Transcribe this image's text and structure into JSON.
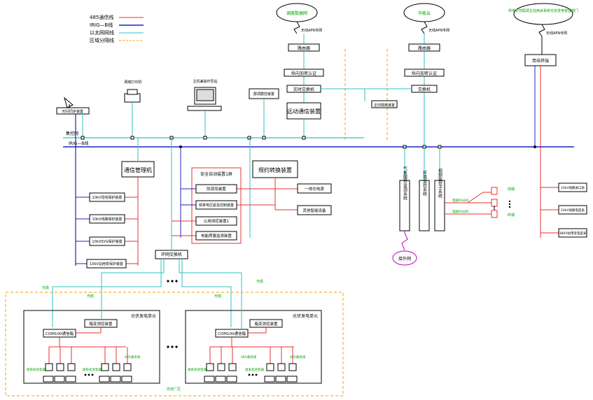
{
  "legend": {
    "items": [
      {
        "label": "485通信线",
        "color": "#e83030"
      },
      {
        "label": "IRIG—B线",
        "color": "#2020c0"
      },
      {
        "label": "以太网网线",
        "color": "#30c0c0"
      },
      {
        "label": "区域分隔线",
        "color": "#f0a000"
      }
    ]
  },
  "colors": {
    "rs485": "#e83030",
    "irigb": "#2020c0",
    "ethernet": "#30c0c0",
    "region": "#f0a000",
    "box": "#000000",
    "label_green": "#00a000"
  },
  "clouds": [
    {
      "label": "调度数据网"
    },
    {
      "label": "华能云"
    },
    {
      "label": "供电公司配调主站用采系统光伏发电管理部门"
    },
    {
      "label": "接外网"
    }
  ],
  "wireless": {
    "apn": "无线APN专网"
  },
  "top_boxes": {
    "router1": "路由器",
    "auth1": "纵向加密认证",
    "switch1": "实时交换机",
    "router2": "路由器",
    "auth2": "纵向加密认证",
    "switch2": "交换机",
    "user_terminal": "用采终端",
    "firewall": "正向隔离装置",
    "telecontrol": "远动通信装置",
    "sync": "时间同步装置"
  },
  "devices": {
    "printer": "网络打印机",
    "workstation": "主机兼操作员站",
    "pdr": "群调群控装置"
  },
  "bus_labels": {
    "main": "集控网",
    "irig": "IRIG—B线"
  },
  "main_boxes": {
    "comm_mgr": "通信管理机",
    "protocol": "规约转换装置",
    "ring_switch": "环网交换机"
  },
  "left_protect": [
    "10kV母线保护装置",
    "10kV线路保护装置",
    "10kVSVG保护装置",
    "10kV站用变保护装置"
  ],
  "safety": {
    "title": "安全自动装置1屏",
    "items": [
      "防孤岛装置",
      "频率电压紧急控制装置",
      "公用测控装置1",
      "电能质量监测装置"
    ]
  },
  "right_small": [
    "一体化电源",
    "其他智能设备"
  ],
  "vertical_systems": [
    "气象服务监测系统",
    "环境监控系统",
    "视频监控子系统"
  ],
  "video": {
    "cam_a": "电缆RS485",
    "cam_b": "电缆RS485",
    "pos_a": "前端",
    "pos_b": "终端"
  },
  "far_right": [
    "10kV线路关口表",
    "10kV线路电度表",
    "380V站用变电度表"
  ],
  "units": {
    "unit_label": "光伏发电单元",
    "comm": "COM100通信箱",
    "meas": "箱变测控装置",
    "rs485": "485通讯线",
    "inverter": "组串式逆变器",
    "fiber": "光缆",
    "area": "光伏厂区"
  }
}
